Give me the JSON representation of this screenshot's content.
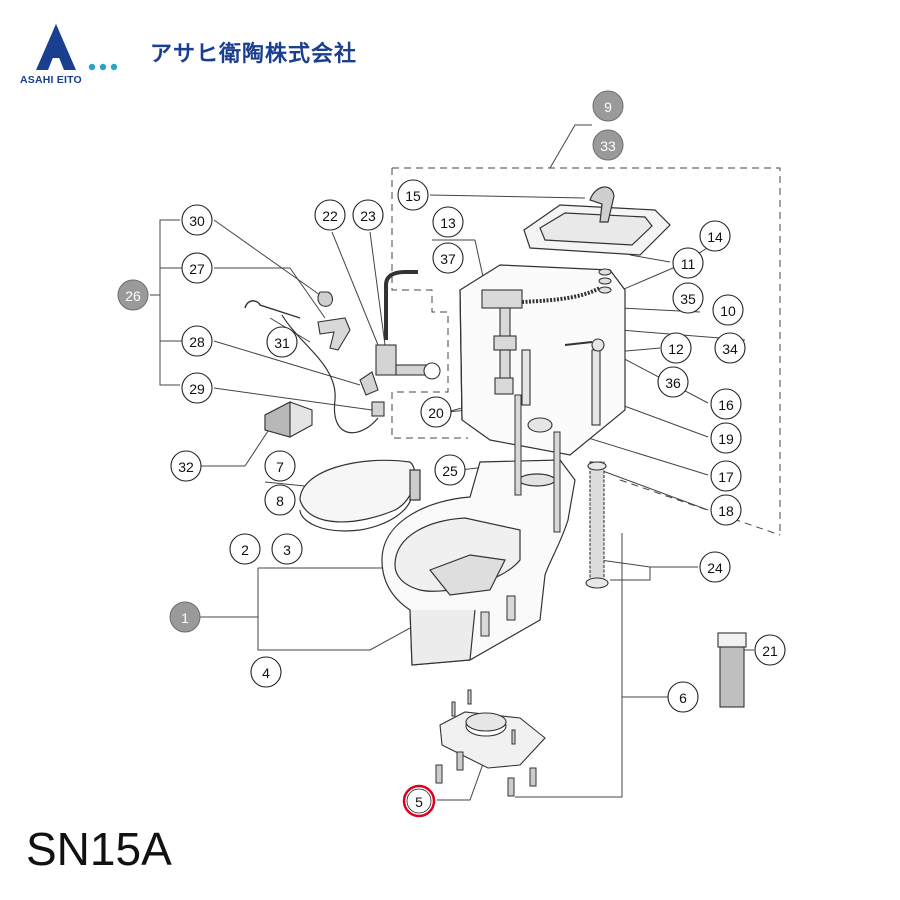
{
  "brand": {
    "logo_text": "ASAHI EITO",
    "company_name": "アサヒ衛陶株式会社",
    "brand_color": "#1b3f8f",
    "dot_color": "#2aa3c9"
  },
  "model": "SN15A",
  "callouts": {
    "p1": "1",
    "p2": "2",
    "p3": "3",
    "p4": "4",
    "p5": "5",
    "p6": "6",
    "p7": "7",
    "p8": "8",
    "p9": "9",
    "p10": "10",
    "p11": "11",
    "p12": "12",
    "p13": "13",
    "p14": "14",
    "p15": "15",
    "p16": "16",
    "p17": "17",
    "p18": "18",
    "p19": "19",
    "p20": "20",
    "p21": "21",
    "p22": "22",
    "p23": "23",
    "p24": "24",
    "p25": "25",
    "p26": "26",
    "p27": "27",
    "p28": "28",
    "p29": "29",
    "p30": "30",
    "p31": "31",
    "p32": "32",
    "p33": "33",
    "p34": "34",
    "p35": "35",
    "p36": "36",
    "p37": "37"
  },
  "highlight": {
    "part": "5",
    "color": "#e0001b"
  },
  "colors": {
    "set_badge": "#9a9a9a",
    "line": "#333333"
  }
}
